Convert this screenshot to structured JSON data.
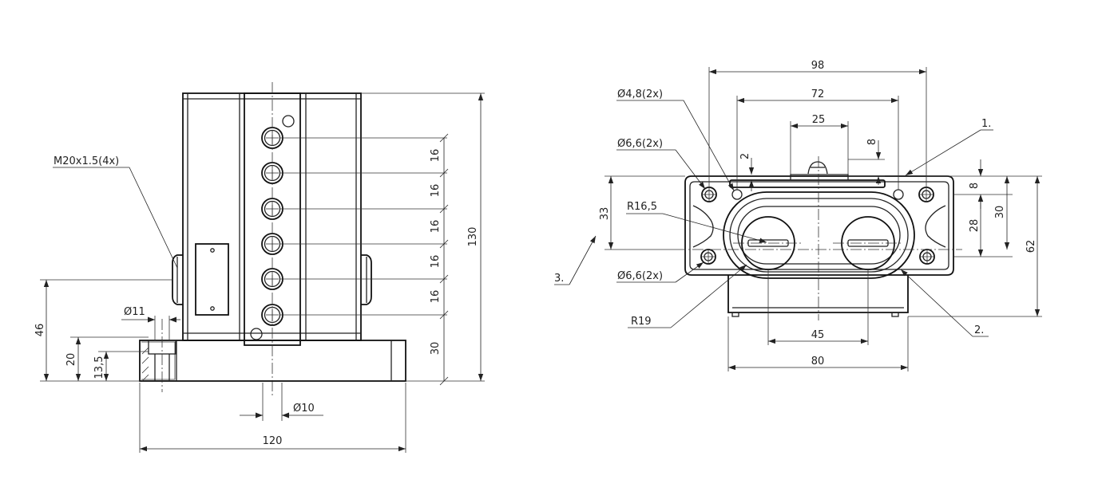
{
  "left_view": {
    "thread_label": "M20x1.5(4x)",
    "pitch_16_a": "16",
    "pitch_16_b": "16",
    "pitch_16_c": "16",
    "pitch_16_d": "16",
    "pitch_16_e": "16",
    "offset_30": "30",
    "height_130": "130",
    "height_46": "46",
    "height_20": "20",
    "height_13_5": "13,5",
    "dia_11": "Ø11",
    "dia_10": "Ø10",
    "width_120": "120"
  },
  "right_view": {
    "width_98": "98",
    "width_72": "72",
    "width_25": "25",
    "dim_8_top": "8",
    "dim_2": "2",
    "dia_4_8": "Ø4,8(2x)",
    "dia_6_6_upper": "Ø6,6(2x)",
    "dia_6_6_lower": "Ø6,6(2x)",
    "radius_16_5": "R16,5",
    "radius_19": "R19",
    "height_33": "33",
    "dim_8_right": "8",
    "height_28": "28",
    "height_30": "30",
    "height_62": "62",
    "width_45": "45",
    "width_80": "80",
    "callout_1": "1.",
    "callout_2": "2.",
    "callout_3": "3."
  }
}
